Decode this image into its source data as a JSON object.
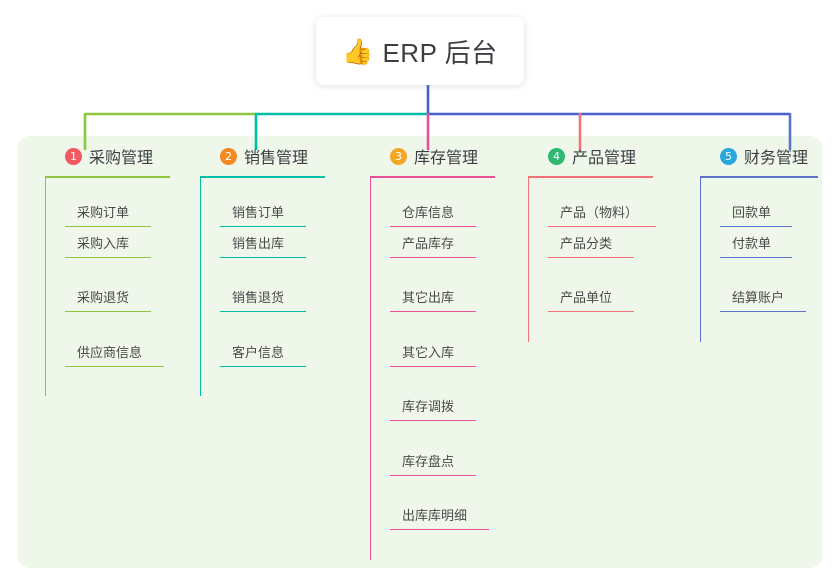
{
  "root": {
    "icon": "thumbs-up-icon",
    "emoji": "👍",
    "title": "ERP 后台"
  },
  "palette": {
    "panel_bg": "#eef7ea",
    "page_bg": "#ffffff",
    "text": "#3c4043",
    "item_text": "#4a4a4a",
    "bus_green": "#8dc63f",
    "bus_teal": "#00bfa5",
    "bus_blue": "#4a5fd0",
    "drop_green": "#8dc63f",
    "drop_teal": "#00bfa5",
    "drop_pink": "#e8519a",
    "drop_red": "#f4737a",
    "drop_blue": "#5b74c9",
    "badge_1": "#f05a60",
    "badge_2": "#f5881f",
    "badge_3": "#f5a623",
    "badge_4": "#2eb872",
    "badge_5": "#29a8e0"
  },
  "columns": [
    {
      "index": "1",
      "badge_color": "#f05a60",
      "line_color": "#8dc63f",
      "title": "采购管理",
      "rule_width": 125,
      "items": [
        {
          "label": "采购订单",
          "rule_width": 86
        },
        {
          "label": "采购入库",
          "rule_width": 86
        },
        {
          "label": "采购退货",
          "rule_width": 86
        },
        {
          "label": "供应商信息",
          "rule_width": 99
        }
      ]
    },
    {
      "index": "2",
      "badge_color": "#f5881f",
      "line_color": "#00bfa5",
      "title": "销售管理",
      "rule_width": 125,
      "items": [
        {
          "label": "销售订单",
          "rule_width": 86
        },
        {
          "label": "销售出库",
          "rule_width": 86
        },
        {
          "label": "销售退货",
          "rule_width": 86
        },
        {
          "label": "客户信息",
          "rule_width": 86
        }
      ]
    },
    {
      "index": "3",
      "badge_color": "#f5a623",
      "line_color": "#e8519a",
      "title": "库存管理",
      "rule_width": 125,
      "items": [
        {
          "label": "仓库信息",
          "rule_width": 86
        },
        {
          "label": "产品库存",
          "rule_width": 86
        },
        {
          "label": "其它出库",
          "rule_width": 86
        },
        {
          "label": "其它入库",
          "rule_width": 86
        },
        {
          "label": "库存调拨",
          "rule_width": 86
        },
        {
          "label": "库存盘点",
          "rule_width": 86
        },
        {
          "label": "出库库明细",
          "rule_width": 99
        }
      ]
    },
    {
      "index": "4",
      "badge_color": "#2eb872",
      "line_color": "#f4737a",
      "title": "产品管理",
      "rule_width": 125,
      "items": [
        {
          "label": "产品（物料）",
          "rule_width": 108
        },
        {
          "label": "产品分类",
          "rule_width": 86
        },
        {
          "label": "产品单位",
          "rule_width": 86
        }
      ]
    },
    {
      "index": "5",
      "badge_color": "#29a8e0",
      "line_color": "#5b74c9",
      "title": "财务管理",
      "rule_width": 118,
      "items": [
        {
          "label": "回款单",
          "rule_width": 72
        },
        {
          "label": "付款单",
          "rule_width": 72
        },
        {
          "label": "结算账户",
          "rule_width": 86
        }
      ]
    }
  ]
}
